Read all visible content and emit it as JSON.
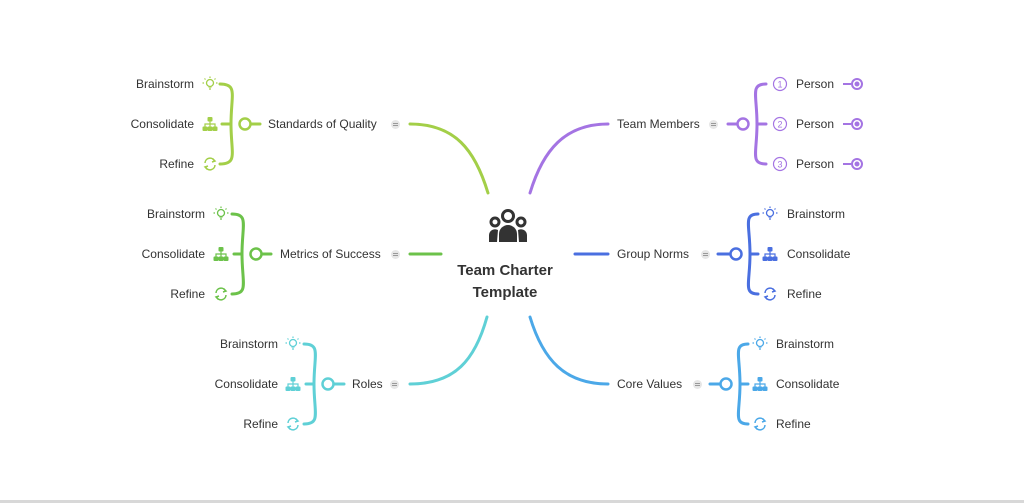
{
  "root": {
    "title_line1": "Team Charter",
    "title_line2": "Template",
    "icon": "group-of-people-icon"
  },
  "branches": {
    "standards": {
      "label": "Standards of Quality",
      "color": "#a3cf48",
      "children": [
        "Brainstorm",
        "Consolidate",
        "Refine"
      ]
    },
    "metrics": {
      "label": "Metrics of Success",
      "color": "#6cc24a",
      "children": [
        "Brainstorm",
        "Consolidate",
        "Refine"
      ]
    },
    "roles": {
      "label": "Roles",
      "color": "#5fd0d6",
      "children": [
        "Brainstorm",
        "Consolidate",
        "Refine"
      ]
    },
    "team_members": {
      "label": "Team Members",
      "color": "#a474e3",
      "children": [
        "Person",
        "Person",
        "Person"
      ],
      "numbers": [
        "1",
        "2",
        "3"
      ]
    },
    "group_norms": {
      "label": "Group Norms",
      "color": "#4a6fe0",
      "children": [
        "Brainstorm",
        "Consolidate",
        "Refine"
      ]
    },
    "core_values": {
      "label": "Core Values",
      "color": "#4ba8e8",
      "children": [
        "Brainstorm",
        "Consolidate",
        "Refine"
      ]
    }
  },
  "icons": {
    "brainstorm": "lightbulb-icon",
    "consolidate": "hierarchy-icon",
    "refine": "refresh-icon",
    "person": "target-link-icon",
    "note": "note-icon"
  }
}
